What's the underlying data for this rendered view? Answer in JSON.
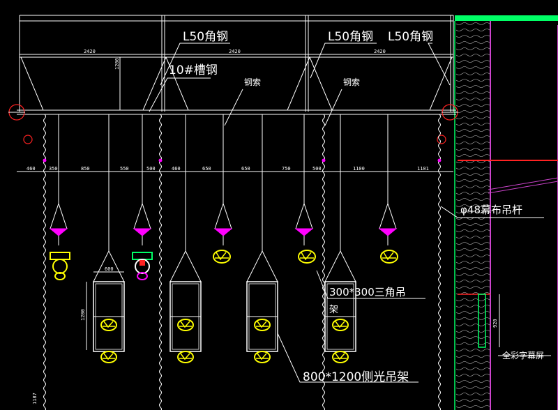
{
  "colors": {
    "background": "#000000",
    "line": "#ffffff",
    "fixture": "#ffff00",
    "rigging": "#ff00ff",
    "wall": "#00ff66",
    "wall_right": "#cc44cc",
    "red": "#ff2222",
    "rope_wavy": "#ffffff"
  },
  "labels": {
    "l50_a": "L50角钢",
    "l50_b": "L50角钢",
    "l50_c": "L50角钢",
    "channel": "10#槽钢",
    "cable_a": "钢索",
    "cable_b": "钢索",
    "pipe": "φ48幕布吊杆",
    "tri_truss": "300*300三角吊",
    "tri_truss_2": "架",
    "side_truss": "800*1200侧光吊架",
    "screen": "全彩字幕屏"
  },
  "dimensions": {
    "top": [
      "2420",
      "2420",
      "2420"
    ],
    "vertical_top": "1200",
    "row": [
      "460",
      "350",
      "850",
      "550",
      "500",
      "460",
      "650",
      "650",
      "750",
      "500",
      "1100",
      "1101"
    ],
    "truss_width": "600",
    "truss_height": "1200",
    "screen_height": "920",
    "bottom_left": "1187"
  }
}
